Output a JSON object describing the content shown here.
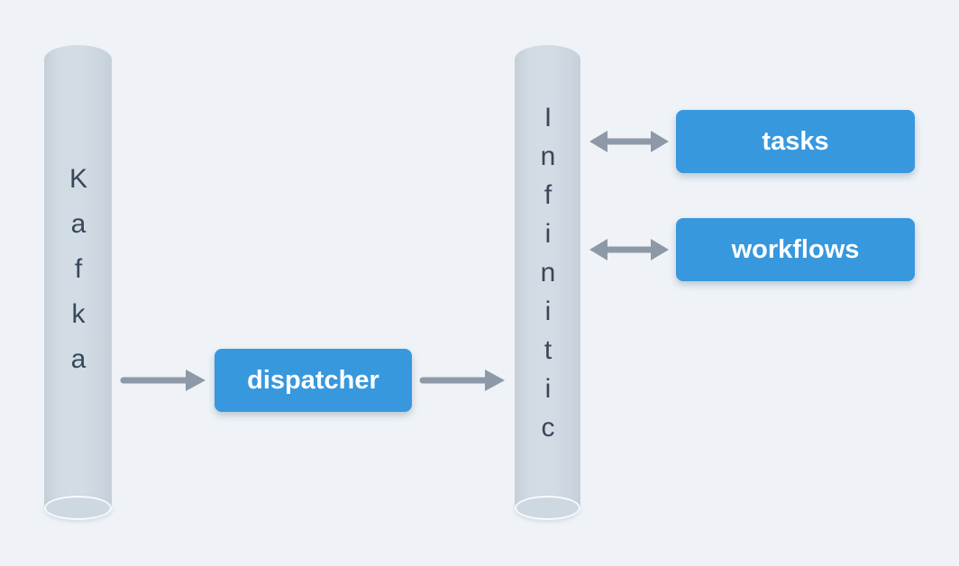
{
  "diagram": {
    "background_color": "#eff3f7",
    "nodes": {
      "kafka": {
        "label": "Kafka",
        "shape": "cylinder"
      },
      "infinitic": {
        "label": "Infinitic",
        "shape": "cylinder"
      },
      "dispatcher": {
        "label": "dispatcher",
        "shape": "rounded-box"
      },
      "tasks": {
        "label": "tasks",
        "shape": "rounded-box"
      },
      "workflows": {
        "label": "workflows",
        "shape": "rounded-box"
      }
    },
    "edges": [
      {
        "from": "kafka",
        "to": "dispatcher",
        "arrow": "one-way"
      },
      {
        "from": "dispatcher",
        "to": "infinitic",
        "arrow": "one-way"
      },
      {
        "from": "infinitic",
        "to": "tasks",
        "arrow": "two-way"
      },
      {
        "from": "infinitic",
        "to": "workflows",
        "arrow": "two-way"
      }
    ],
    "colors": {
      "box_fill": "#3798de",
      "box_text": "#ffffff",
      "cylinder_fill": "#cfd9e1",
      "cylinder_text": "#36485a",
      "arrow": "#8d99a6"
    }
  }
}
